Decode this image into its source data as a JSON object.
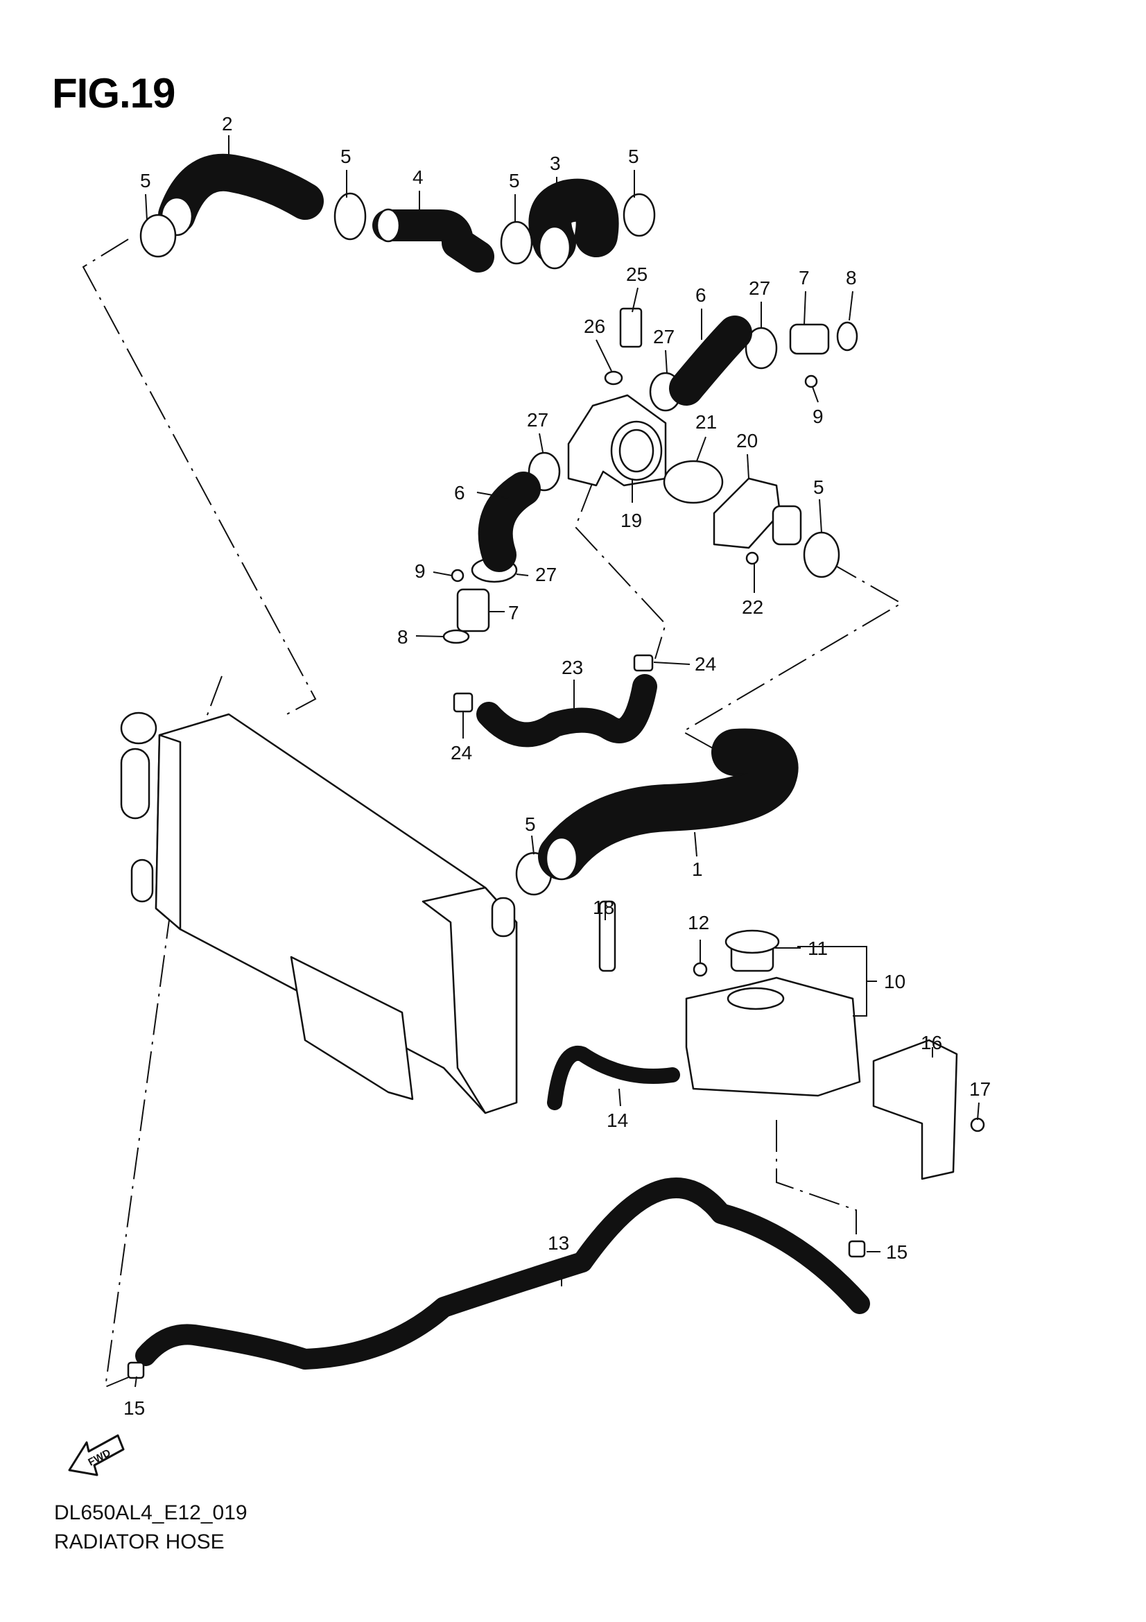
{
  "figure": {
    "title": "FIG.19",
    "ref_code": "DL650AL4_E12_019",
    "caption": "RADIATOR HOSE",
    "fwd_label": "FWD"
  },
  "callouts": [
    {
      "id": "c-2",
      "label": "2"
    },
    {
      "id": "c-5a",
      "label": "5"
    },
    {
      "id": "c-5b",
      "label": "5"
    },
    {
      "id": "c-4",
      "label": "4"
    },
    {
      "id": "c-5c",
      "label": "5"
    },
    {
      "id": "c-3",
      "label": "3"
    },
    {
      "id": "c-5d",
      "label": "5"
    },
    {
      "id": "c-25",
      "label": "25"
    },
    {
      "id": "c-27a",
      "label": "27"
    },
    {
      "id": "c-7a",
      "label": "7"
    },
    {
      "id": "c-8a",
      "label": "8"
    },
    {
      "id": "c-26",
      "label": "26"
    },
    {
      "id": "c-6a",
      "label": "6"
    },
    {
      "id": "c-27b",
      "label": "27"
    },
    {
      "id": "c-9a",
      "label": "9"
    },
    {
      "id": "c-27c",
      "label": "27"
    },
    {
      "id": "c-21",
      "label": "21"
    },
    {
      "id": "c-20",
      "label": "20"
    },
    {
      "id": "c-6b",
      "label": "6"
    },
    {
      "id": "c-19",
      "label": "19"
    },
    {
      "id": "c-5e",
      "label": "5"
    },
    {
      "id": "c-9b",
      "label": "9"
    },
    {
      "id": "c-27d",
      "label": "27"
    },
    {
      "id": "c-7b",
      "label": "7"
    },
    {
      "id": "c-22",
      "label": "22"
    },
    {
      "id": "c-8b",
      "label": "8"
    },
    {
      "id": "c-24a",
      "label": "24"
    },
    {
      "id": "c-23",
      "label": "23"
    },
    {
      "id": "c-24b",
      "label": "24"
    },
    {
      "id": "c-5f",
      "label": "5"
    },
    {
      "id": "c-1",
      "label": "1"
    },
    {
      "id": "c-18",
      "label": "18"
    },
    {
      "id": "c-12",
      "label": "12"
    },
    {
      "id": "c-11",
      "label": "11"
    },
    {
      "id": "c-10",
      "label": "10"
    },
    {
      "id": "c-16",
      "label": "16"
    },
    {
      "id": "c-17",
      "label": "17"
    },
    {
      "id": "c-14",
      "label": "14"
    },
    {
      "id": "c-13",
      "label": "13"
    },
    {
      "id": "c-15a",
      "label": "15"
    },
    {
      "id": "c-15b",
      "label": "15"
    }
  ]
}
